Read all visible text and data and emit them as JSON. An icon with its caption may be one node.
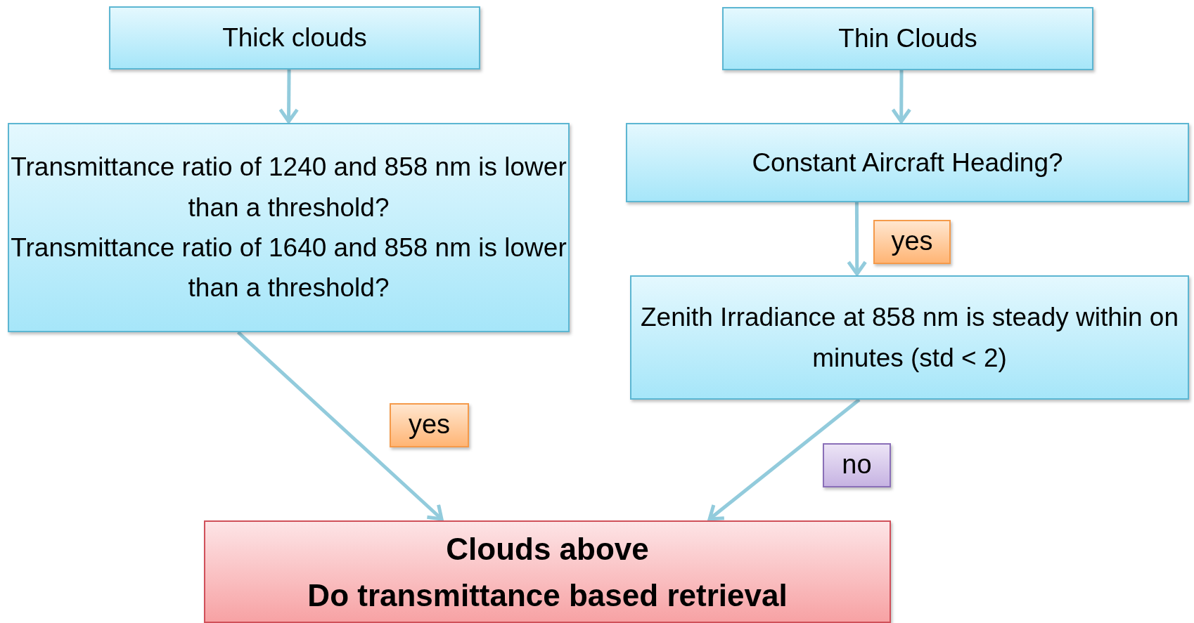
{
  "diagram": {
    "nodes": [
      {
        "text": [
          "Thick clouds"
        ]
      },
      {
        "text": [
          "Thin Clouds"
        ]
      },
      {
        "text": [
          "Transmittance ratio of 1240 and 858 nm is lower than a threshold?",
          "Transmittance ratio of 1640 and 858 nm is lower than a threshold?"
        ]
      },
      {
        "text": [
          "Constant Aircraft Heading?"
        ]
      },
      {
        "text": [
          "Zenith Irradiance at 858 nm is steady within on minutes (std < 2)"
        ]
      },
      {
        "text": [
          "Clouds above",
          "Do transmittance based retrieval"
        ]
      }
    ],
    "edges": [
      {
        "from": 0,
        "to": 2,
        "arrow": "to"
      },
      {
        "from": 1,
        "to": 3,
        "arrow": "to"
      },
      {
        "from": 3,
        "to": 4,
        "arrow": "to",
        "label": "yes"
      },
      {
        "from": 2,
        "to": 5,
        "arrow": "to",
        "label": "yes"
      },
      {
        "from": 4,
        "to": 5,
        "arrow": "to",
        "label": "no"
      }
    ]
  }
}
